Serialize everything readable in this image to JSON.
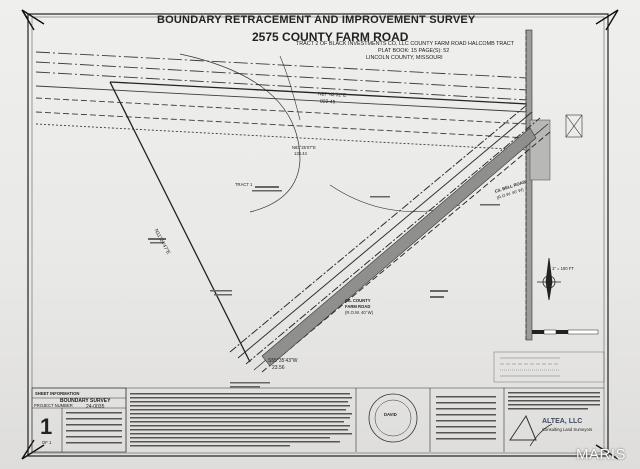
{
  "document": {
    "title": "BOUNDARY RETRACEMENT AND IMPROVEMENT SURVEY",
    "address": "2575 COUNTY FARM ROAD",
    "tract_line": "TRACT 2 OF BLACK INVESTMENTS CO, LLC COUNTY FARM ROAD HALCOMB TRACT",
    "plat_book": "PLAT BOOK: 15   PAGE(S): 52",
    "county": "LINCOLN COUNTY, MISSOURI"
  },
  "plat": {
    "labels": {
      "bearing_top": "N87°42'51\"E",
      "distance_top": "822.45",
      "curve_label": "N83°25'07\"E",
      "curve_distance": "133.44",
      "tract_label": "TRACT 1",
      "left_side": "N11°24'47\"E",
      "bell_road": "C/L BELL ROAD",
      "bell_road_row": "(R.O.W. 40' W)",
      "county_road": "C/L COUNTY",
      "county_road_2": "FARM ROAD",
      "county_road_row": "(R.O.W. 40' W)",
      "bottom_bearing": "S55°35'43\"W",
      "bottom_distance": "23.56",
      "scale": "1\" = 100 FT"
    }
  },
  "title_block": {
    "sheet_header": "SHEET INFORMATION",
    "sheet_name": "BOUNDARY SURVEY",
    "project_number_label": "PROJECT NUMBER",
    "project_number": "24-0035",
    "sheet_number": "1",
    "sheet_of": "OF 1",
    "seal_name": "DAVID",
    "company_name": "ALTEA, LLC",
    "company_sub": "Consulting Land Surveyors"
  },
  "watermark": "MARIS"
}
